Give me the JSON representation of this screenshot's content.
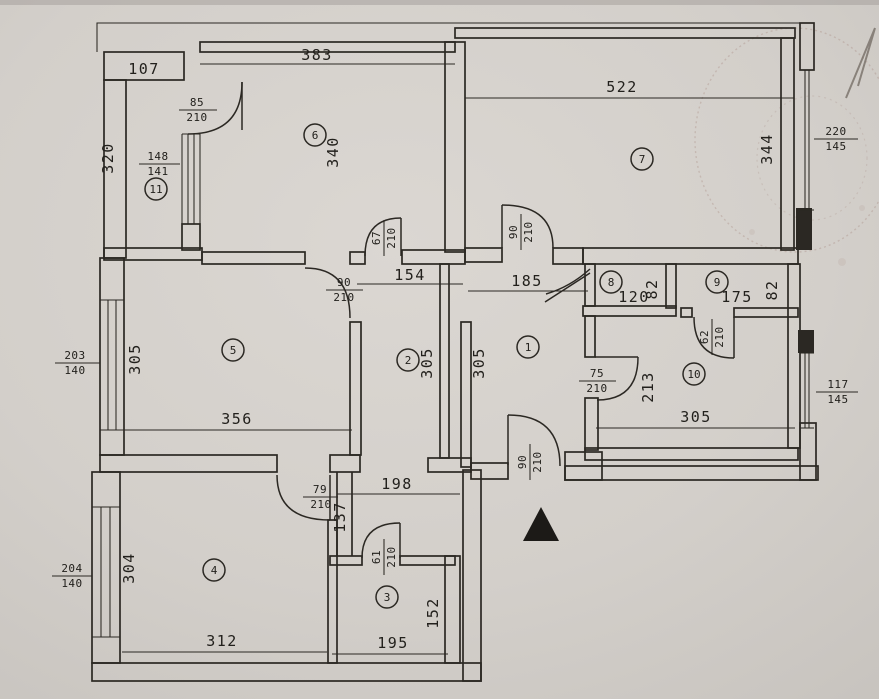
{
  "drawing": {
    "type": "apartment-floor-plan",
    "units": "cm"
  },
  "rooms": [
    {
      "number": "1"
    },
    {
      "number": "2"
    },
    {
      "number": "3"
    },
    {
      "number": "4"
    },
    {
      "number": "5"
    },
    {
      "number": "6"
    },
    {
      "number": "7"
    },
    {
      "number": "8"
    },
    {
      "number": "9"
    },
    {
      "number": "10"
    },
    {
      "number": "11"
    }
  ],
  "dims": {
    "d107": "107",
    "d383": "383",
    "d522": "522",
    "d320": "320",
    "d340": "340",
    "d344": "344",
    "d154": "154",
    "d185": "185",
    "d120": "120",
    "d175": "175",
    "d82_room8": "82",
    "d82_room9": "82",
    "d305_room10": "305",
    "d305_room5": "305",
    "d305_room2": "305",
    "d305_room1": "305",
    "d356": "356",
    "d312": "312",
    "d195": "195",
    "d198": "198",
    "d213": "213",
    "d304": "304",
    "d152": "152",
    "d137": "137"
  },
  "openings": {
    "f85": {
      "w": "85",
      "h": "210"
    },
    "f148": {
      "w": "148",
      "h": "141"
    },
    "f90_room5": {
      "w": "90",
      "h": "210"
    },
    "f90_room7": {
      "w": "90",
      "h": "210"
    },
    "f90_entrance": {
      "w": "90",
      "h": "210"
    },
    "f67": {
      "w": "67",
      "h": "210"
    },
    "f75": {
      "w": "75",
      "h": "210"
    },
    "f62": {
      "w": "62",
      "h": "210"
    },
    "f61": {
      "w": "61",
      "h": "210"
    },
    "f79": {
      "w": "79",
      "h": "210"
    },
    "f203": {
      "w": "203",
      "h": "140"
    },
    "f204": {
      "w": "204",
      "h": "140"
    },
    "f220": {
      "w": "220",
      "h": "145"
    },
    "f117": {
      "w": "117",
      "h": "145"
    }
  },
  "colors": {
    "paper": "#d5d1cb",
    "ink": "#2b2823",
    "stamp": "#97756a"
  }
}
